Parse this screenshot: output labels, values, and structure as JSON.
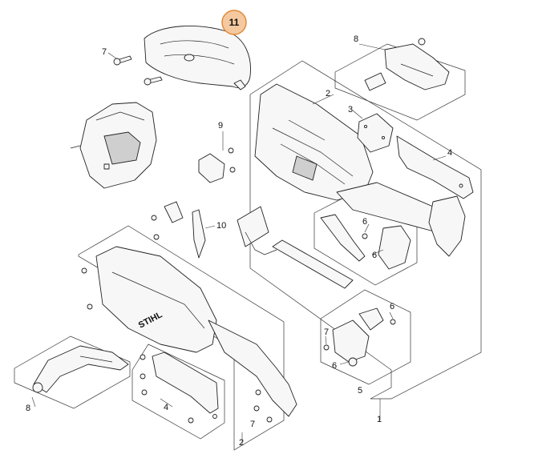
{
  "diagram": {
    "highlight_color": "#f5c9a0",
    "highlight_stroke": "#e08a3a",
    "callouts": {
      "c11": "11",
      "c7a": "7",
      "c8a": "8",
      "c2a": "2",
      "c3": "3",
      "c4a": "4",
      "c9": "9",
      "c10": "10",
      "c6a": "6",
      "c6b": "6",
      "c6c": "6",
      "c6d": "6",
      "c7b": "7",
      "c5": "5",
      "c1": "1",
      "c8b": "8",
      "c4b": "4",
      "c7c": "7",
      "c2b": "2"
    },
    "brand_text": "STIHL"
  }
}
